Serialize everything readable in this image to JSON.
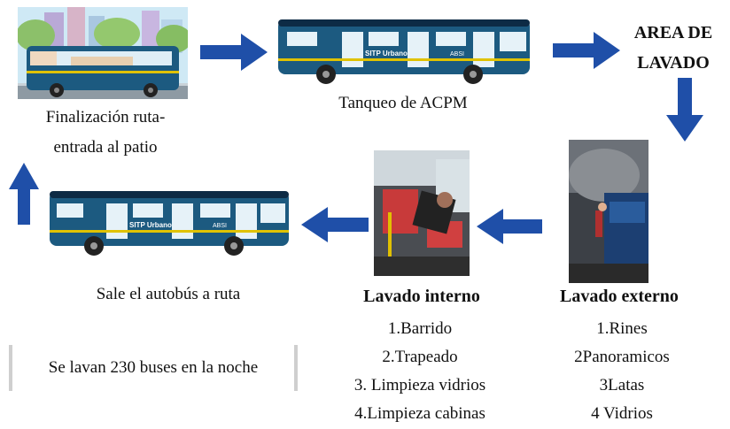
{
  "steps": {
    "finalizacion": {
      "line1": "Finalización ruta-",
      "line2": "entrada al patio"
    },
    "tanqueo": {
      "label": "Tanqueo de ACPM"
    },
    "area_lavado": {
      "line1": "AREA DE",
      "line2": "LAVADO"
    },
    "lavado_externo": {
      "title": "Lavado externo",
      "items": [
        "1.Rines",
        "2Panoramicos",
        "3Latas",
        "4 Vidrios"
      ]
    },
    "lavado_interno": {
      "title": "Lavado interno",
      "items": [
        "1.Barrido",
        "2.Trapeado",
        "3. Limpieza vidrios",
        "4.Limpieza cabinas"
      ]
    },
    "sale": {
      "label": "Sale el autobús a ruta"
    }
  },
  "note": {
    "text": "Se lavan 230 buses en la noche"
  },
  "bus_branding": {
    "brand": "SITP Urbano",
    "fleet": "ABSI"
  },
  "colors": {
    "arrow": "#1f4fa8",
    "bus_body": "#1c5a80",
    "bus_stripe": "#e0c200",
    "bus_dark": "#0d2b45"
  }
}
